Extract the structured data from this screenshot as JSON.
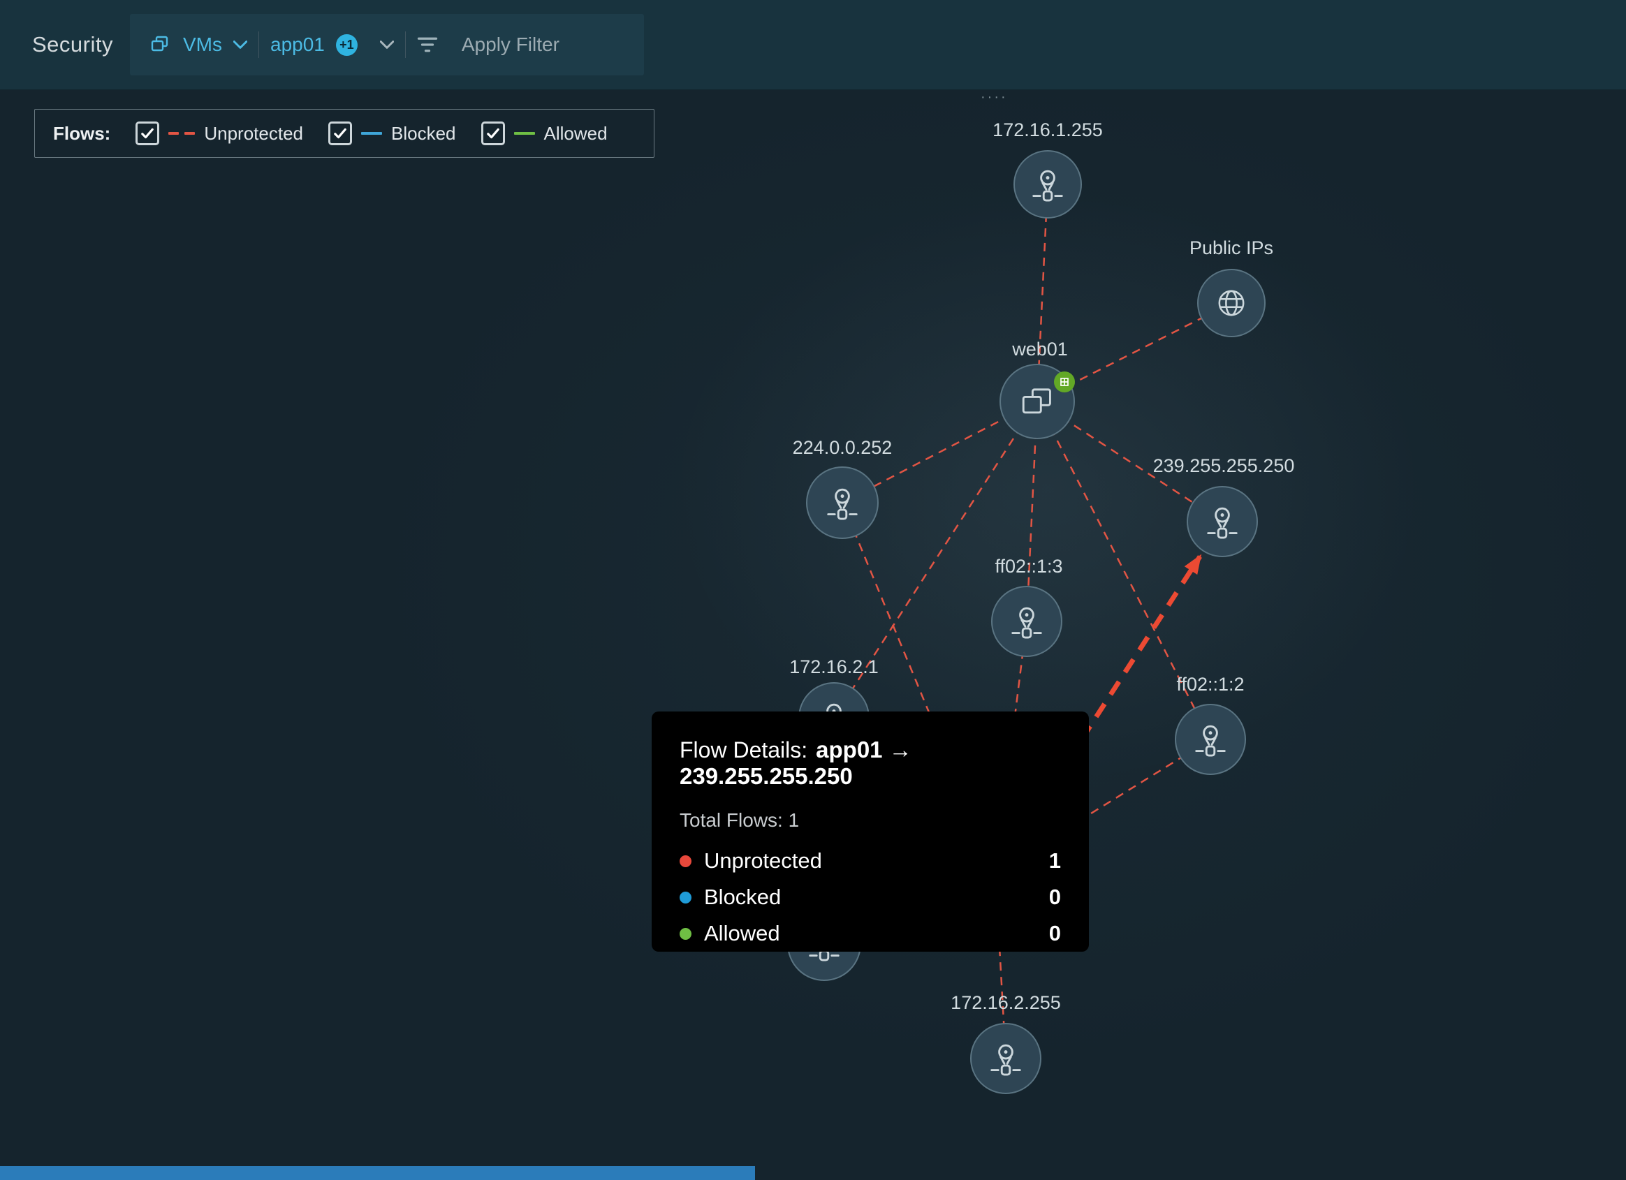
{
  "header": {
    "title": "Security",
    "filter": {
      "entity_label": "VMs",
      "selected": "app01",
      "badge": "+1",
      "apply_label": "Apply Filter"
    }
  },
  "legend": {
    "label": "Flows:",
    "items": [
      {
        "label": "Unprotected",
        "color": "#e25544",
        "style": "dashed",
        "checked": true
      },
      {
        "label": "Blocked",
        "color": "#3fa6d8",
        "style": "solid",
        "checked": true
      },
      {
        "label": "Allowed",
        "color": "#6fbf44",
        "style": "solid",
        "checked": true
      }
    ]
  },
  "graph": {
    "nodes": [
      {
        "label": "172.16.1.255",
        "type": "ip"
      },
      {
        "label": "Public IPs",
        "type": "public-ips"
      },
      {
        "label": "web01",
        "type": "vm"
      },
      {
        "label": "224.0.0.252",
        "type": "ip"
      },
      {
        "label": "239.255.255.250",
        "type": "ip"
      },
      {
        "label": "ff02::1:3",
        "type": "ip"
      },
      {
        "label": "172.16.2.1",
        "type": "ip"
      },
      {
        "label": "ff02::1:2",
        "type": "ip"
      },
      {
        "label": "172.16.2.255",
        "type": "ip"
      }
    ],
    "offscreen_ellipsis": "····",
    "edge_color": "#e25544",
    "highlight_edge_color": "#ec4a33"
  },
  "tooltip": {
    "title_prefix": "Flow Details:",
    "flow": "app01 → 239.255.255.250",
    "total_label": "Total Flows: 1",
    "rows": [
      {
        "label": "Unprotected",
        "value": "1",
        "color": "#e8483b"
      },
      {
        "label": "Blocked",
        "value": "0",
        "color": "#1f9bd7"
      },
      {
        "label": "Allowed",
        "value": "0",
        "color": "#6fbf44"
      }
    ]
  }
}
